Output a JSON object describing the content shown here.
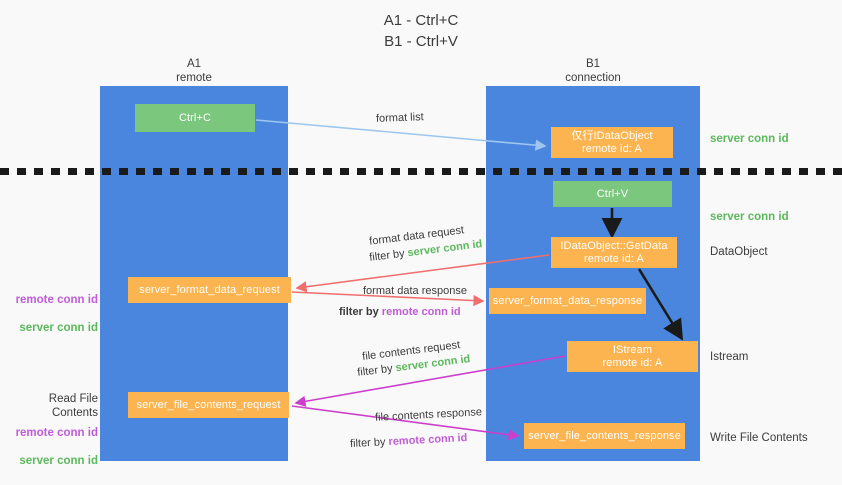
{
  "title": "A1 - Ctrl+C\nB1 - Ctrl+V",
  "columns": {
    "a1": {
      "header": "A1\nremote"
    },
    "b1": {
      "header": "B1\nconnection"
    }
  },
  "boxes": {
    "ctrl_c": "Ctrl+C",
    "data_object": "仅行IDataObject\nremote id: A",
    "ctrl_v": "Ctrl+V",
    "get_data": "IDataObject::GetData\nremote id: A",
    "server_format_data_request": "server_format_data_request",
    "server_format_data_response": "server_format_data_response",
    "istream": "IStream\nremote id: A",
    "server_file_contents_request": "server_file_contents_request",
    "server_file_contents_response": "server_file_contents_response"
  },
  "right_labels": {
    "server_conn_id_1": "server conn id",
    "server_conn_id_2": "server conn id",
    "data_object": "DataObject",
    "istream": "Istream",
    "write_file_contents": "Write File Contents"
  },
  "left_labels": {
    "conn_ids_1": {
      "remote": "remote conn id",
      "server": "server conn id"
    },
    "read_file_contents": "Read File Contents",
    "conn_ids_2": {
      "remote": "remote conn id",
      "server": "server conn id"
    }
  },
  "captions": {
    "format_list": "format list",
    "format_data_request": "format data request",
    "filter_by": "filter by ",
    "server_conn_id": "server conn id",
    "format_data_response": "format data response",
    "remote_conn_id": "remote conn id",
    "file_contents_request": "file contents request",
    "file_contents_response": "file contents response"
  },
  "colors": {
    "lane_blue": "#4a86dd",
    "green_box": "#7bc77e",
    "orange_box": "#fbb450",
    "light_blue_arrow": "#9ec7ef",
    "salmon_arrow": "#ef6f6f",
    "magenta_arrow": "#cc3fcc",
    "black_arrow": "#1a1a1a",
    "green_text": "#5cb85c",
    "purple_text": "#c05cd6",
    "background": "#f9f9f9"
  }
}
